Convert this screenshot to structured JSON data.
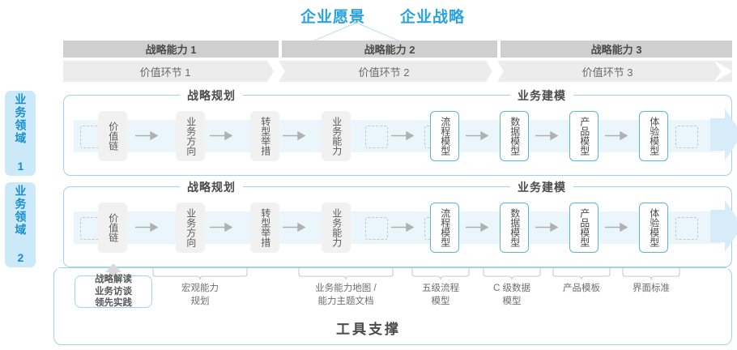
{
  "header": {
    "vision_title": "企业愿景",
    "strategy_title": "企业战略"
  },
  "capabilities": [
    {
      "label": "战略能力 1"
    },
    {
      "label": "战略能力 2"
    },
    {
      "label": "战略能力 3"
    }
  ],
  "value_chain": [
    {
      "label": "价值环节 1"
    },
    {
      "label": "价值环节 2"
    },
    {
      "label": "价值环节 3"
    }
  ],
  "domains": [
    {
      "label": "业务领域 1"
    },
    {
      "label": "业务领域 2"
    }
  ],
  "lane_sections": {
    "planning": "战略规划",
    "modeling": "业务建模"
  },
  "nodes": [
    {
      "label": "价值链",
      "style": "gray"
    },
    {
      "label": "业务方向",
      "style": "gray"
    },
    {
      "label": "转型举措",
      "style": "gray"
    },
    {
      "label": "业务能力",
      "style": "gray"
    },
    {
      "label": "流程模型",
      "style": "blue"
    },
    {
      "label": "数据模型",
      "style": "blue"
    },
    {
      "label": "产品模型",
      "style": "blue"
    },
    {
      "label": "体验模型",
      "style": "blue"
    }
  ],
  "tool_box": {
    "lines": [
      "战略解读",
      "业务访谈",
      "领先实践"
    ]
  },
  "bottom_labels": [
    {
      "lines": [
        "宏观能力",
        "规划"
      ]
    },
    {
      "lines": [
        "业务能力地图 /",
        "能力主题文档"
      ]
    },
    {
      "lines": [
        "五级流程",
        "模型"
      ]
    },
    {
      "lines": [
        "C 级数据",
        "模型"
      ]
    },
    {
      "lines": [
        "产品模板"
      ]
    },
    {
      "lines": [
        "界面标准"
      ]
    }
  ],
  "footer": {
    "title": "工具支撑"
  },
  "colors": {
    "accent_blue": "#29a3db",
    "lane_border": "#9fd3ea",
    "band_fill": "#eaf6fc",
    "capability_bar": "#cfcfcf",
    "value_chain_bar": "#ececec",
    "node_gray": "#f1f1f1",
    "node_blue_border": "#5ab4e0",
    "domain_tab": "#cbe9f8"
  }
}
